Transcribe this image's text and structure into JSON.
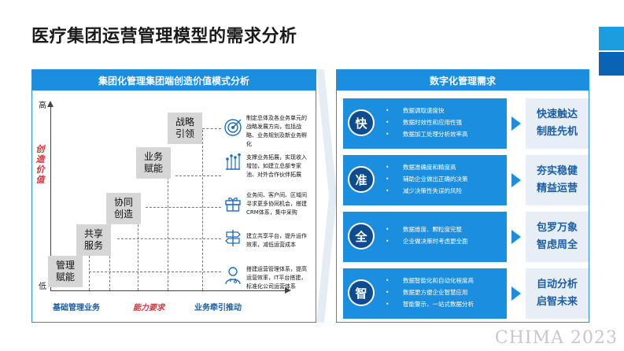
{
  "title": "医疗集团运营管理模型的需求分析",
  "left": {
    "header": "集团化管理集团端创造价值模式分析",
    "y_high": "高",
    "y_low": "低",
    "y_label": "创造价值",
    "x_labels": [
      "基础管理业务",
      "能力要求",
      "业务牵引推动"
    ],
    "stairs": [
      {
        "line1": "管理",
        "line2": "赋能"
      },
      {
        "line1": "共享",
        "line2": "服务"
      },
      {
        "line1": "协同",
        "line2": "创造"
      },
      {
        "line1": "业务",
        "line2": "赋能"
      },
      {
        "line1": "战略",
        "line2": "引领"
      }
    ],
    "items": [
      {
        "icon": "target-icon",
        "desc": "制定总体及各业务单元的战略发展方向，包括战略、业务规划及新业务孵化"
      },
      {
        "icon": "network-icon",
        "desc": "支撑业务拓展，实现收入增加，如建立总部专家池、对外合作伙伴拓展"
      },
      {
        "icon": "gift-icon",
        "desc": "业务间、客户间、区域间寻求更多协同机会，搭建CRM体系，集中采购"
      },
      {
        "icon": "signpost-icon",
        "desc": "建立共享平台，提升运作效率，减低运营成本"
      },
      {
        "icon": "doctor-icon",
        "desc": "搭建运营管理体系，提高运营效率，IT平台搭建，标准化公司运营体系"
      }
    ]
  },
  "right": {
    "header": "数字化管理需求",
    "rows": [
      {
        "char": "快",
        "bullets": [
          "数据调取速度快",
          "数据时效性和应用性强",
          "数据加工处理分析效率高"
        ],
        "result": [
          "快速触达",
          "制胜先机"
        ]
      },
      {
        "char": "准",
        "bullets": [
          "数据准确度和精度高",
          "辅助企业做出正确的决策",
          "减少决策性失误的风险"
        ],
        "result": [
          "夯实稳健",
          "精益运营"
        ]
      },
      {
        "char": "全",
        "bullets": [
          "数据维度、颗粒度完整",
          "企业做决策时考虑更全面"
        ],
        "result": [
          "包罗万象",
          "智虑周全"
        ]
      },
      {
        "char": "智",
        "bullets": [
          "数据智能化和自动化程度高",
          "数据更方便企业智慧应用",
          "智能警示，一站式数据分析"
        ],
        "result": [
          "自动分析",
          "启智未来"
        ]
      }
    ]
  },
  "watermark": "CHIMA 2023",
  "colors": {
    "accent": "#1b8ee0",
    "dark_blue": "#0d4c8f",
    "red": "#d4343a",
    "tab_light": "#1b9ee0",
    "tab_dark": "#0b63b6"
  }
}
